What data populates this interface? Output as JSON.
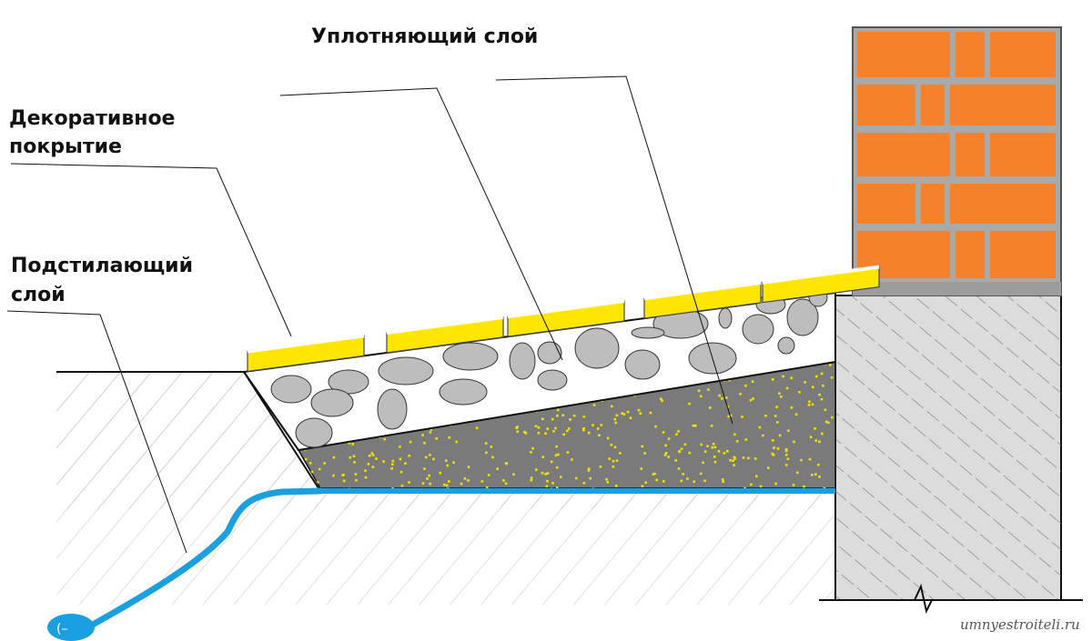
{
  "labels": {
    "compaction_layer": "Уплотняющий слой",
    "decorative_line1": "Декоративное",
    "decorative_line2": "покрытие",
    "underlay_line1": "Подстилающий",
    "underlay_line2": "слой"
  },
  "watermark": "umnyestroiteli.ru",
  "colors": {
    "brick": "#f5822b",
    "mortar": "#a9a9a9",
    "tile": "#ffe600",
    "gravel_stone": "#bdbdbd",
    "sand_base": "#7a7a7a",
    "sand_dots": "#f2e200",
    "drain_pipe": "#1a9fe0",
    "foundation": "#d9d9d9",
    "line": "#111111"
  }
}
